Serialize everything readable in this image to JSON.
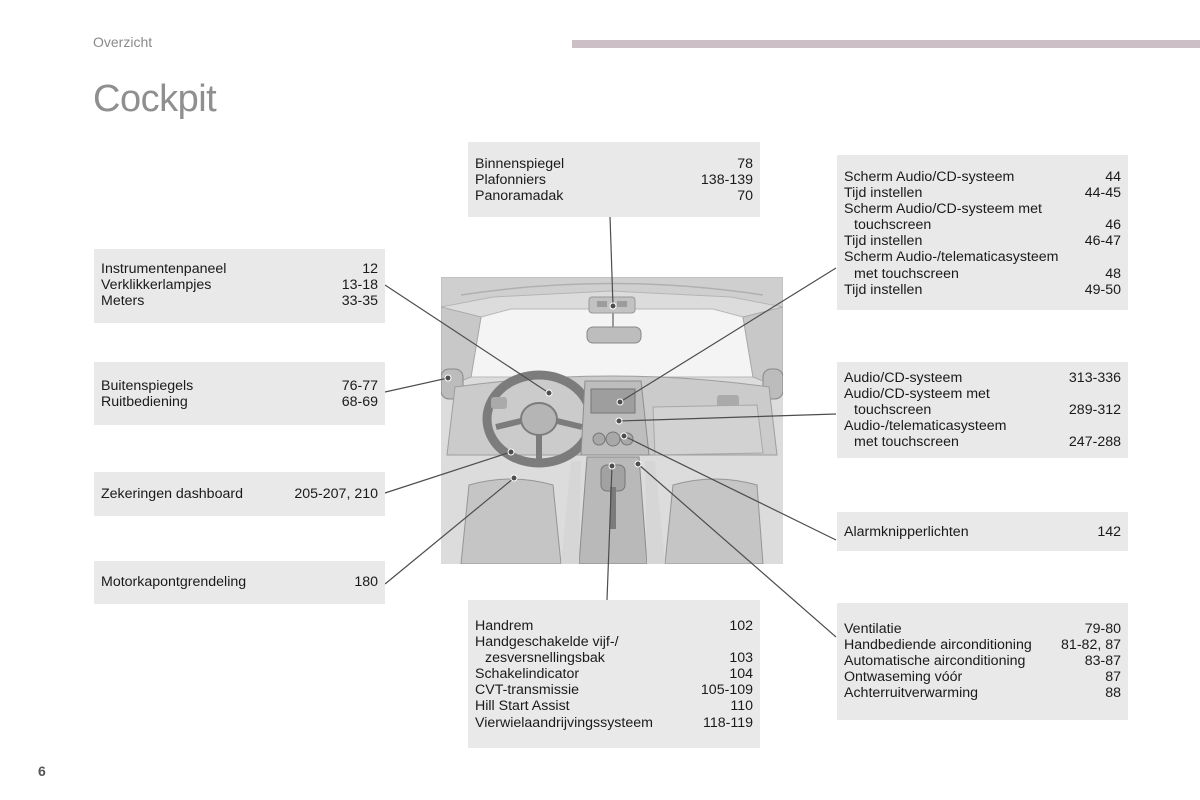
{
  "header": {
    "section": "Overzicht",
    "title": "Cockpit"
  },
  "footer": {
    "page_number": "6"
  },
  "boxes": {
    "mirror": [
      {
        "label": "Binnenspiegel",
        "page": "78"
      },
      {
        "label": "Plafonniers",
        "page": "138-139"
      },
      {
        "label": "Panoramadak",
        "page": "70"
      }
    ],
    "screen": [
      {
        "label": "Scherm Audio/CD-systeem",
        "page": "44"
      },
      {
        "label": "Tijd instellen",
        "page": "44-45"
      },
      {
        "label": "Scherm Audio/CD-systeem met",
        "page": ""
      },
      {
        "label": "touchscreen",
        "page": "46"
      },
      {
        "label": "Tijd instellen",
        "page": "46-47"
      },
      {
        "label": "Scherm Audio-/telematicasysteem",
        "page": ""
      },
      {
        "label": "met touchscreen",
        "page": "48"
      },
      {
        "label": "Tijd instellen",
        "page": "49-50"
      }
    ],
    "instruments": [
      {
        "label": "Instrumentenpaneel",
        "page": "12"
      },
      {
        "label": "Verklikkerlampjes",
        "page": "13-18"
      },
      {
        "label": "Meters",
        "page": "33-35"
      }
    ],
    "mirrors_ext": [
      {
        "label": "Buitenspiegels",
        "page": "76-77"
      },
      {
        "label": "Ruitbediening",
        "page": "68-69"
      }
    ],
    "audio": [
      {
        "label": "Audio/CD-systeem",
        "page": "313-336"
      },
      {
        "label": "Audio/CD-systeem met",
        "page": ""
      },
      {
        "label": "touchscreen",
        "page": "289-312"
      },
      {
        "label": "Audio-/telematicasysteem",
        "page": ""
      },
      {
        "label": "met touchscreen",
        "page": "247-288"
      }
    ],
    "fuses": [
      {
        "label": "Zekeringen dashboard",
        "page": "205-207, 210"
      }
    ],
    "hazard": [
      {
        "label": "Alarmknipperlichten",
        "page": "142"
      }
    ],
    "bonnet": [
      {
        "label": "Motorkapontgrendeling",
        "page": "180"
      }
    ],
    "handbrake": [
      {
        "label": "Handrem",
        "page": "102"
      },
      {
        "label": "Handgeschakelde vijf-/",
        "page": ""
      },
      {
        "label": "zesversnellingsbak",
        "page": "103"
      },
      {
        "label": "Schakelindicator",
        "page": "104"
      },
      {
        "label": "CVT-transmissie",
        "page": "105-109"
      },
      {
        "label": "Hill Start Assist",
        "page": "110"
      },
      {
        "label": "Vierwielaandrijvingssysteem",
        "page": "118-119"
      }
    ],
    "ventilation": [
      {
        "label": "Ventilatie",
        "page": "79-80"
      },
      {
        "label": "Handbediende airconditioning",
        "page": "81-82, 87"
      },
      {
        "label": "Automatische airconditioning",
        "page": "83-87"
      },
      {
        "label": "Ontwaseming vóór",
        "page": "87"
      },
      {
        "label": "Achterruitverwarming",
        "page": "88"
      }
    ]
  }
}
